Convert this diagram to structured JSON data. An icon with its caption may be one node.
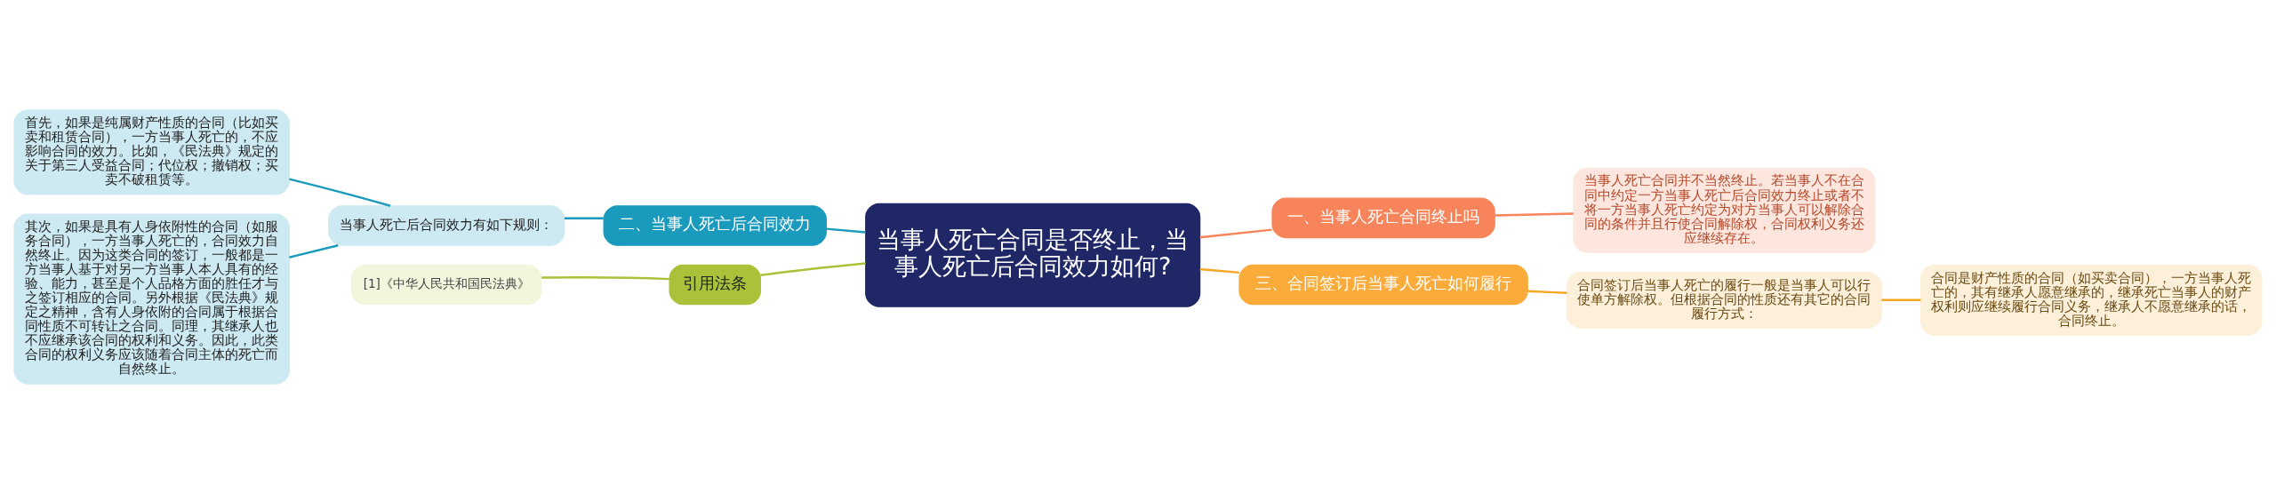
{
  "diagram": {
    "nodes": [
      {
        "text": [
          "当事人死亡合同是否终止，当事人死亡后合同效力如何?"
        ]
      },
      {
        "text": [
          "一、当事人死亡合同终止吗"
        ]
      },
      {
        "text": [
          "当事人死亡合同并不当然终止。若当事人不在合同中约定一方当事人死亡后合同效力终止或者不将一方当事人死亡约定为对方当事人可以解除合同的条件并且行使合同解除权，合同权利义务还应继续存在。"
        ]
      },
      {
        "text": [
          "二、当事人死亡后合同效力"
        ]
      },
      {
        "text": [
          "当事人死亡后合同效力有如下规则："
        ]
      },
      {
        "text": [
          "首先，如果是纯属财产性质的合同（比如买卖和租赁合同），一方当事人死亡的，不应影响合同的效力。比如，《民法典》规定的关于第三人受益合同；代位权；撤销权；买卖不破租赁等。"
        ]
      },
      {
        "text": [
          "其次，如果是具有人身依附性的合同（如服务合同），一方当事人死亡的，合同效力自然终止。因为这类合同的签订，一般都是一方当事人基于对另一方当事人本人具有的经验、能力，甚至是个人品格方面的胜任才与之签订相应的合同。另外根据《民法典》规定之精神，含有人身依附的合同属于根据合同性质不可转让之合同。同理，其继承人也不应继承该合同的权利和义务。因此，此类合同的权利义务应该随着合同主体的死亡而自然终止。"
        ]
      },
      {
        "text": [
          "三、合同签订后当事人死亡如何履行"
        ]
      },
      {
        "text": [
          "合同签订后当事人死亡的履行一般是当事人可以行使单方解除权。但根据合同的性质还有其它的合同履行方式："
        ]
      },
      {
        "text": [
          "合同是财产性质的合同（如买卖合同），一方当事人死亡的，其有继承人愿意继承的，继承死亡当事人的财产权利则应继续履行合同义务，继承人不愿意继承的话，合同终止。"
        ]
      },
      {
        "text": [
          "引用法条"
        ]
      },
      {
        "text": [
          "[1]《中华人民共和国民法典》"
        ]
      }
    ],
    "edges": [
      {
        "from": 0,
        "to": 1,
        "arrow": "none",
        "color": "#f7845a"
      },
      {
        "from": 1,
        "to": 2,
        "arrow": "none",
        "color": "#f7845a"
      },
      {
        "from": 0,
        "to": 3,
        "arrow": "none"
      },
      {
        "from": 3,
        "to": 4,
        "arrow": "none"
      },
      {
        "from": 4,
        "to": 5,
        "arrow": "none"
      },
      {
        "from": 4,
        "to": 6,
        "arrow": "none"
      },
      {
        "from": 0,
        "to": 7,
        "arrow": "none",
        "color": "#f5a623"
      },
      {
        "from": 7,
        "to": 8,
        "arrow": "none",
        "color": "#f5a623"
      },
      {
        "from": 8,
        "to": 9,
        "arrow": "none",
        "color": "#f5a623"
      },
      {
        "from": 0,
        "to": 10,
        "arrow": "none",
        "color": "#a9c23a"
      },
      {
        "from": 10,
        "to": 11,
        "arrow": "none",
        "color": "#a9c23a"
      }
    ]
  }
}
